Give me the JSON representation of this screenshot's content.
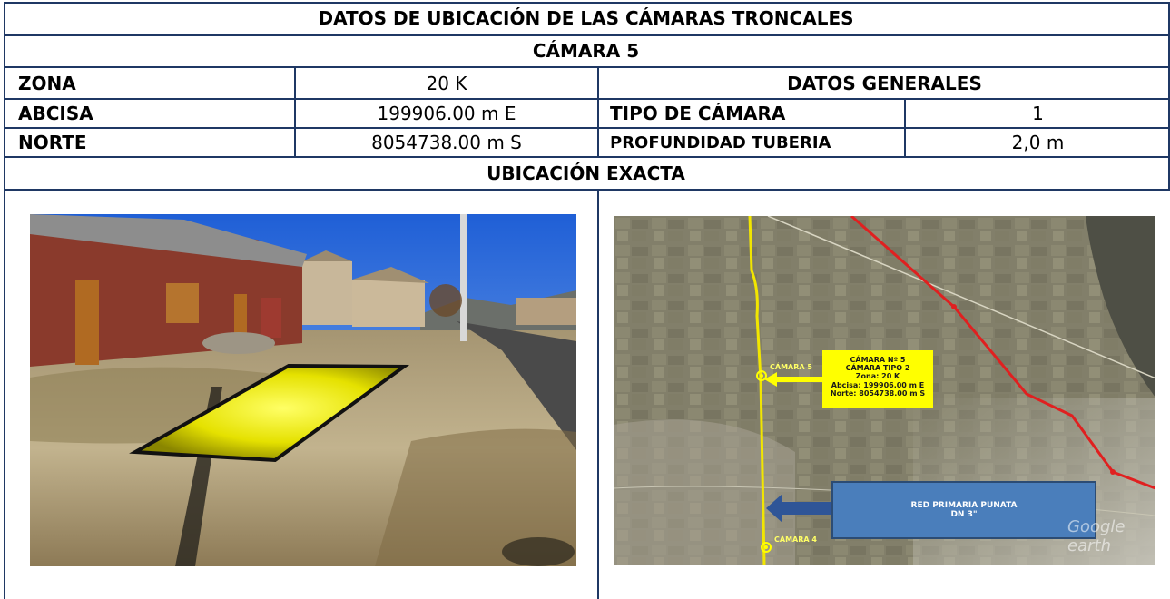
{
  "title": "DATOS DE UBICACIÓN DE LAS CÁMARAS TRONCALES",
  "subtitle": "CÁMARA 5",
  "rows": {
    "zona_label": "ZONA",
    "zona_value": "20 K",
    "datos_generales": "DATOS GENERALES",
    "abcisa_label": "ABCISA",
    "abcisa_value": "199906.00 m E",
    "tipo_label": "TIPO DE CÁMARA",
    "tipo_value": "1",
    "norte_label": "NORTE",
    "norte_value": "8054738.00 m S",
    "profundidad_label": "PROFUNDIDAD TUBERIA",
    "profundidad_value": "2,0 m"
  },
  "section_title": "UBICACIÓN EXACTA",
  "map": {
    "callout_lines": [
      "CÁMARA Nº 5",
      "CÁMARA TIPO 2",
      "Zona: 20 K",
      "Abcisa: 199906.00 m E",
      "Norte: 8054738.00 m S"
    ],
    "blue_box_lines": [
      "RED PRIMARIA PUNATA",
      "DN 3\""
    ],
    "pin_top_label": "CÁMARA 5",
    "pin_bottom_label": "CÁMARA 4",
    "watermark": "Google earth"
  },
  "colors": {
    "grid_line": "#1f3864",
    "highlight_yellow": "#ffff00",
    "pipe_red": "#e02020",
    "road_yellow": "#f2e600",
    "box_blue": "#4a7ebb"
  }
}
